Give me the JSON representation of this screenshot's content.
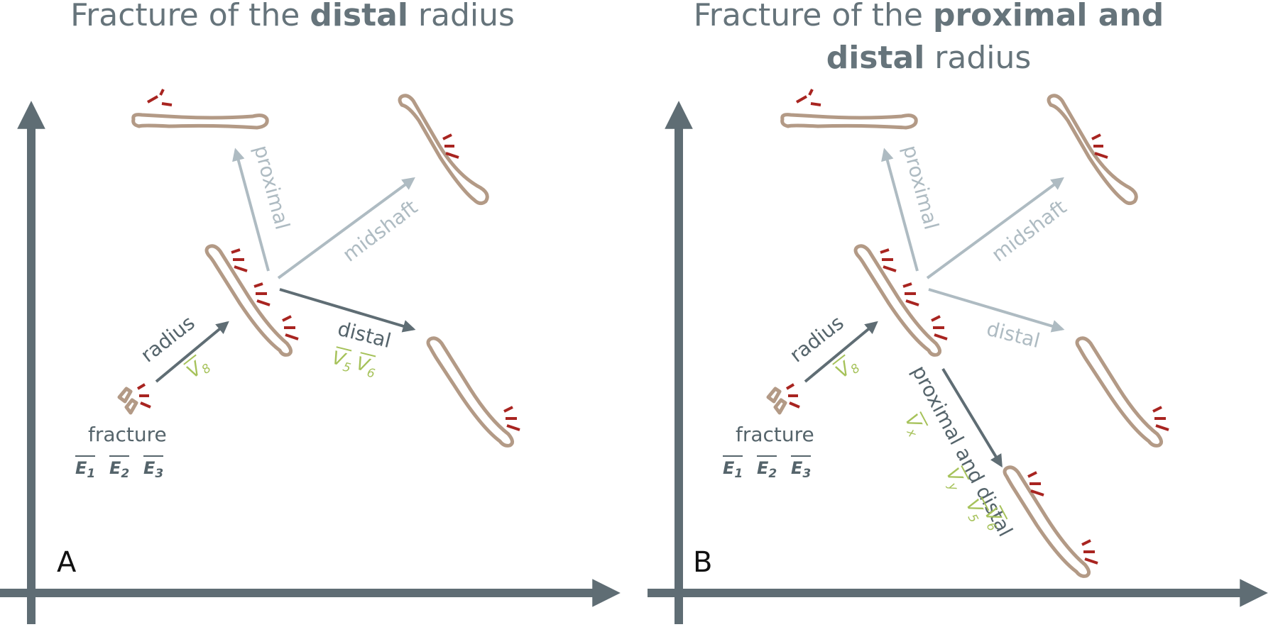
{
  "panel_a": {
    "title_pre": "Fracture of the ",
    "title_bold": "distal",
    "title_post": " radius",
    "letter": "A",
    "labels": {
      "proximal": "proximal",
      "midshaft": "midshaft",
      "distal": "distal",
      "radius": "radius",
      "fracture": "fracture"
    },
    "vectors": {
      "radius": "V",
      "radius_sub": "8",
      "distal_1": "V",
      "distal_1_sub": "5",
      "distal_2": "V",
      "distal_2_sub": "6",
      "fracture_1": "E",
      "fracture_1_sub": "1",
      "fracture_2": "E",
      "fracture_2_sub": "2",
      "fracture_3": "E",
      "fracture_3_sub": "3"
    }
  },
  "panel_b": {
    "title_line1_pre": "Fracture of the ",
    "title_line1_bold": "proximal and",
    "title_line2_bold": "distal",
    "title_line2_post": " radius",
    "letter": "B",
    "labels": {
      "proximal": "proximal",
      "midshaft": "midshaft",
      "distal": "distal",
      "radius": "radius",
      "fracture": "fracture",
      "proximal_and_distal": "proximal and distal"
    },
    "vectors": {
      "radius": "V",
      "radius_sub": "8",
      "pd_x": "V",
      "pd_x_sub": "x",
      "pd_y": "V",
      "pd_y_sub": "y",
      "pd_5": "V",
      "pd_5_sub": "5",
      "pd_6": "V",
      "pd_6_sub": "6",
      "fracture_1": "E",
      "fracture_1_sub": "1",
      "fracture_2": "E",
      "fracture_2_sub": "2",
      "fracture_3": "E",
      "fracture_3_sub": "3"
    }
  },
  "colors": {
    "axis": "#5f6d74",
    "arrow_active": "#5f6d74",
    "arrow_inactive": "#aebbc2",
    "bone": "#b39a86",
    "crack": "#a82420",
    "vector_label": "#a6c25a"
  }
}
